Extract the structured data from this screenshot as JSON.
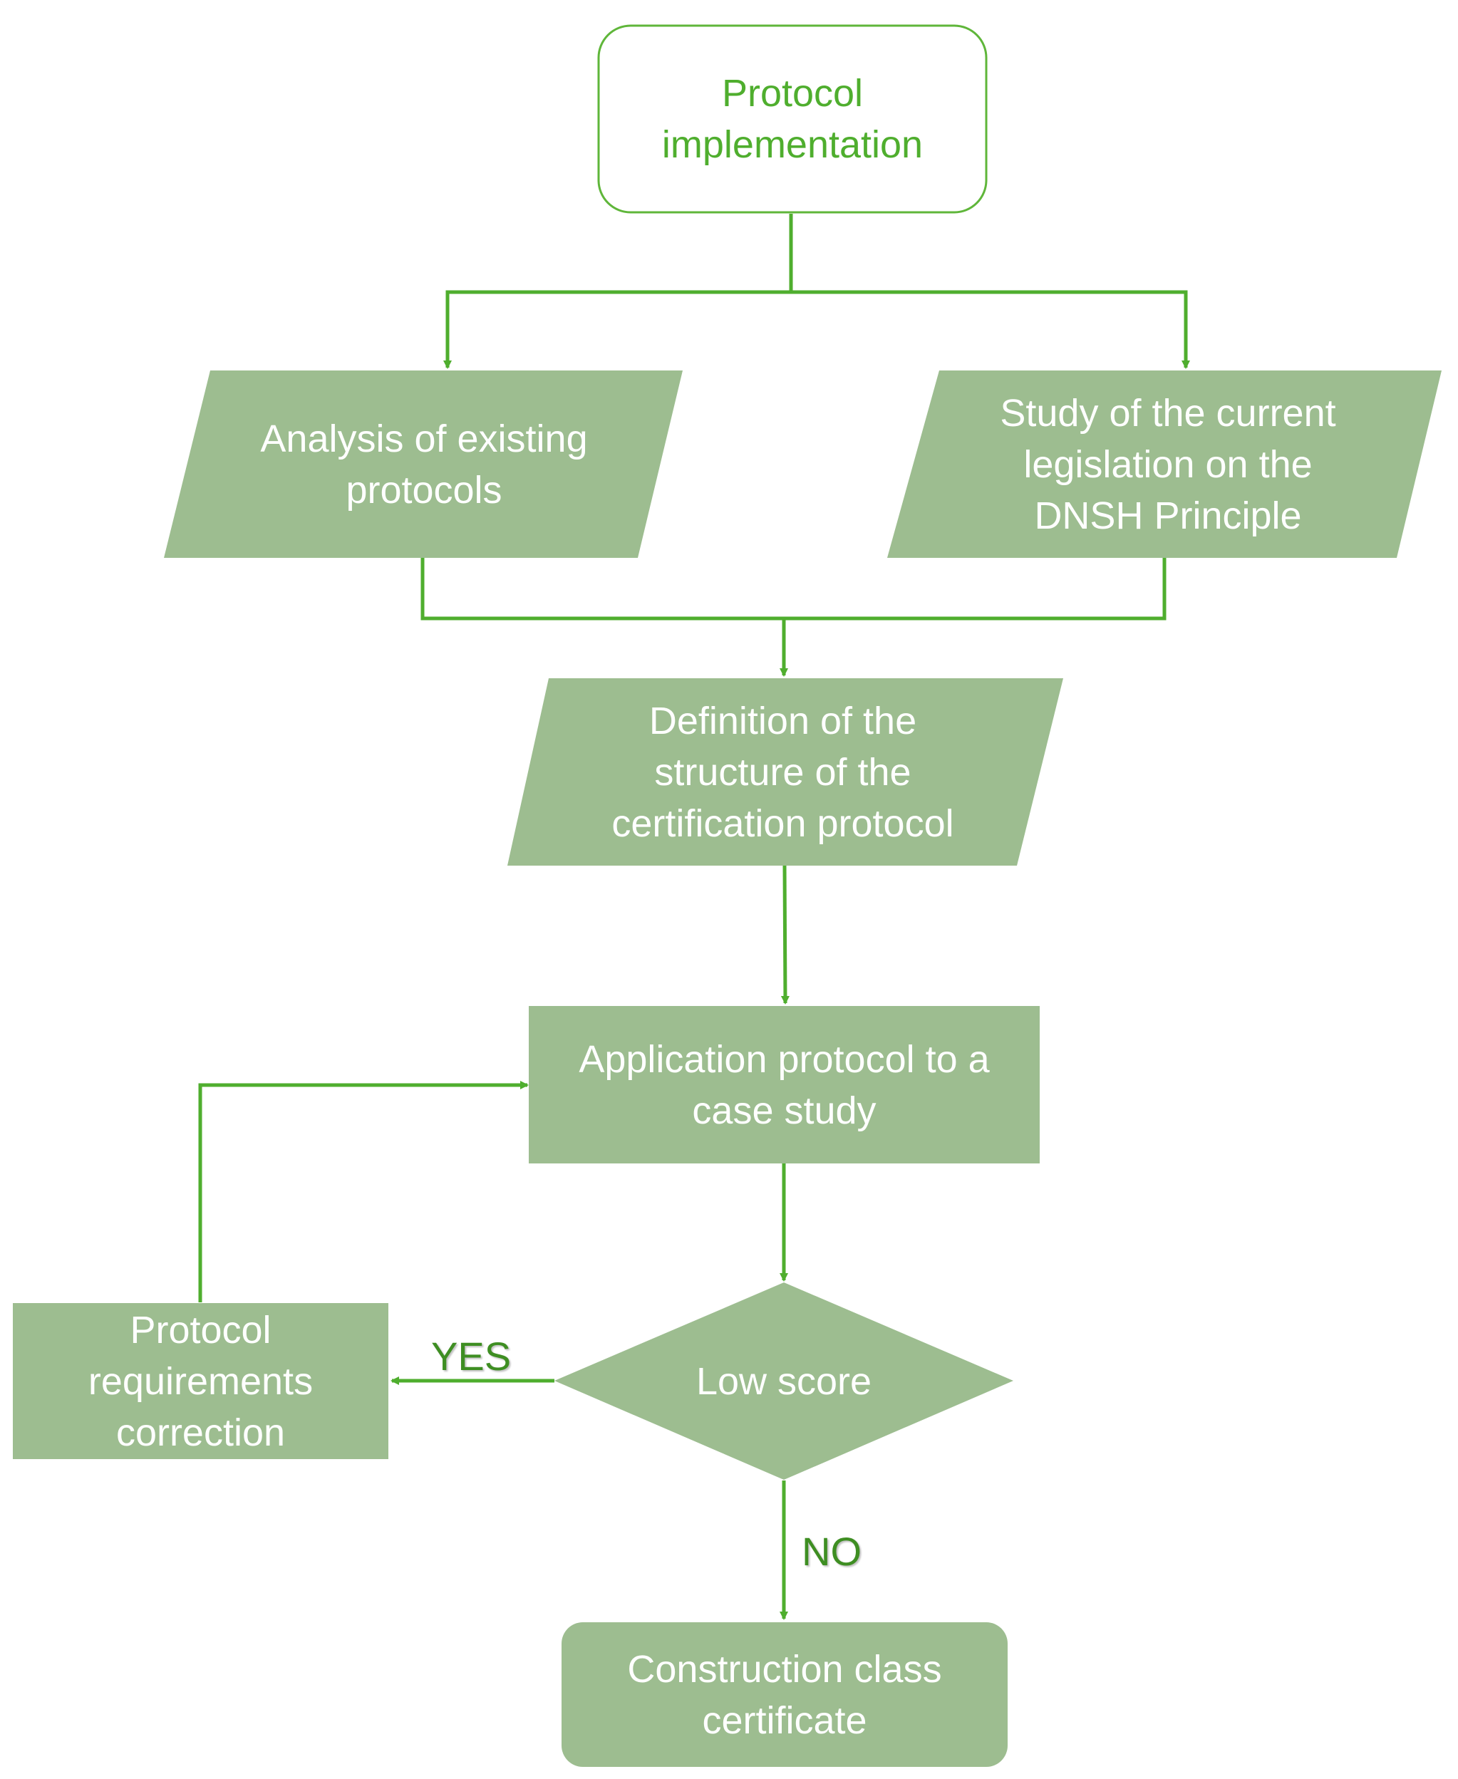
{
  "colors": {
    "node_fill": "#9dbd90",
    "start_stroke": "#5fb63a",
    "start_text": "#4fae2e",
    "edge": "#4fae2e",
    "node_text": "#ffffff",
    "edge_label": "#3e8e22"
  },
  "nodes": {
    "start": "Protocol\nimplementation",
    "analysis": "Analysis of existing\nprotocols",
    "legislation": "Study of the current\nlegislation on the\nDNSH Principle",
    "definition": "Definition of the\nstructure of the\ncertification protocol",
    "application": "Application protocol to a\ncase study",
    "decision": "Low score",
    "correction": "Protocol\nrequirements\ncorrection",
    "certificate": "Construction class\ncertificate"
  },
  "edge_labels": {
    "yes": "YES",
    "no": "NO"
  }
}
